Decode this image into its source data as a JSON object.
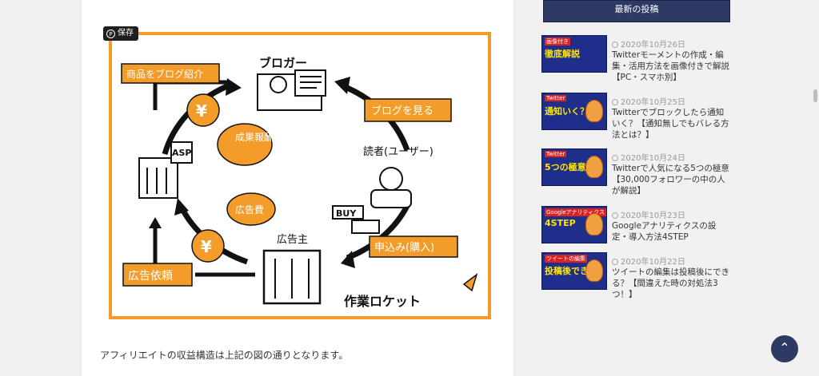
{
  "save_button": {
    "label": "保存"
  },
  "figure": {
    "blogger": "ブロガー",
    "intro_product": "商品をブログ紹介",
    "see_blog": "ブログを見る",
    "reward": "成果報酬",
    "asp": "ASP",
    "reader": "読者(ユーザー)",
    "ad_fee": "広告費",
    "buy": "BUY",
    "apply": "申込み(購入)",
    "yen": "¥",
    "advertiser": "広告主",
    "ad_request": "広告依頼",
    "brand": "作業ロケット"
  },
  "caption": "アフィリエイトの収益構造は上記の図の通りとなります。",
  "sidebar": {
    "widget_title": "最新の投稿",
    "posts": [
      {
        "date": "2020年10月26日",
        "title": "Twitterモーメントの作成・編集・活用方法を画像付きで解説【PC・スマホ別】",
        "thumb_tag": "画像付き",
        "thumb_text": "徹底解説"
      },
      {
        "date": "2020年10月25日",
        "title": "Twitterでブロックしたら通知いく？【通知無しでもバレる方法とは？】",
        "thumb_tag": "Twitter",
        "thumb_text": "通知いく？"
      },
      {
        "date": "2020年10月24日",
        "title": "Twitterで人気になる5つの極意【30,000フォロワーの中の人が解説】",
        "thumb_tag": "Twitter",
        "thumb_text": "5つの極意"
      },
      {
        "date": "2020年10月23日",
        "title": "Googleアナリティクスの設定・導入方法4STEP",
        "thumb_tag": "Googleアナリティクス",
        "thumb_text": "4STEP"
      },
      {
        "date": "2020年10月22日",
        "title": "ツイートの編集は投稿後にできる？【間違えた時の対処法3つ！】",
        "thumb_tag": "ツイートの編集",
        "thumb_text": "投稿後できる？"
      }
    ]
  },
  "icons": {
    "to_top": "chevron-up-icon",
    "save": "pinterest-icon",
    "date": "clock-icon"
  },
  "colors": {
    "accent": "#f39c2a",
    "nav": "#2d3a63"
  }
}
